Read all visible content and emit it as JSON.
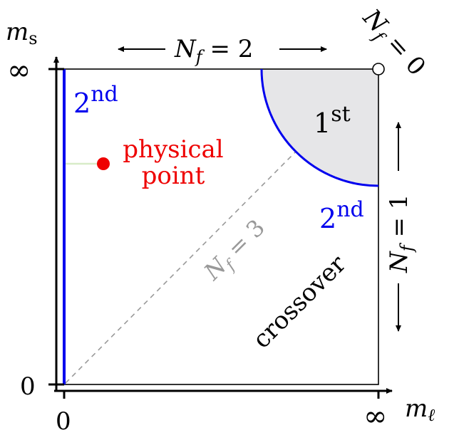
{
  "axes": {
    "y_name": "m",
    "y_sub": "s",
    "x_name": "m",
    "x_sub": "ℓ",
    "y_top": "∞",
    "y_bottom": "0",
    "x_left": "0",
    "x_right": "∞"
  },
  "labels": {
    "nf_top": {
      "sym": "N",
      "sub": "f",
      "eq": " = 2"
    },
    "nf_corner": {
      "sym": "N",
      "sub": "f",
      "eq": " = 0"
    },
    "nf_right": {
      "sym": "N",
      "sub": "f",
      "eq": " = 1"
    },
    "nf_diag": {
      "sym": "N",
      "sub": "f",
      "eq": " = 3"
    },
    "second_left": {
      "base": "2",
      "sup": "nd"
    },
    "second_right": {
      "base": "2",
      "sup": "nd"
    },
    "first_order": {
      "base": "1",
      "sup": "st"
    },
    "physical_point_line1": "physical",
    "physical_point_line2": "point",
    "crossover": "crossover"
  },
  "colors": {
    "second_order_line": "#0000ee",
    "physical_point": "#ee0000",
    "first_order_fill": "#e6e6e8",
    "diagonal": "#999999",
    "axis": "#000000",
    "physical_guide": "#d8ecc8"
  }
}
